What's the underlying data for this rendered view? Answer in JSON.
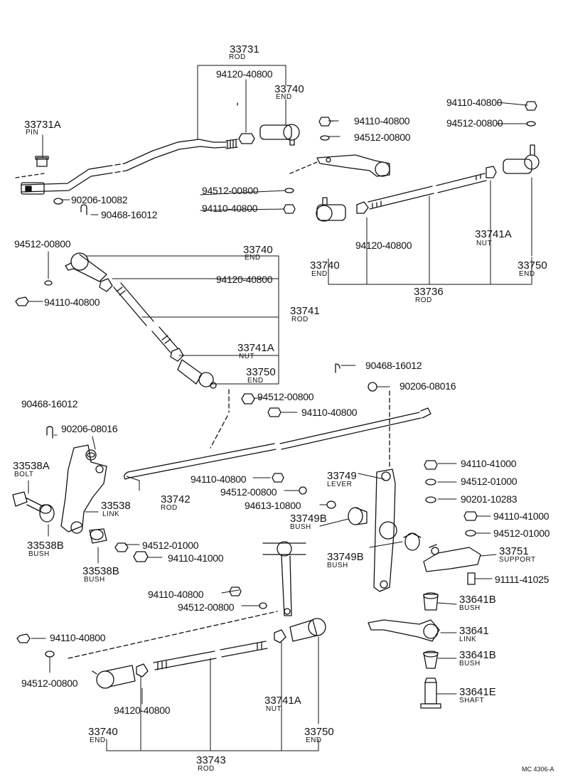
{
  "diagram_ref": "MC  4306-A",
  "labels": {
    "l01": "33731",
    "l02": "ROD",
    "l03": "94120-40800",
    "l04": "33740",
    "l05": "END",
    "l06": "33731A",
    "l07": "PIN",
    "l08": "94110-40800",
    "l09": "94512-00800",
    "l10": "94110-40800",
    "l11": "94512-00800",
    "l12": "90206-10082",
    "l13": "90468-16012",
    "l14": "94512-00800",
    "l15": "94110-40800",
    "l16": "94120-40800",
    "l17": "33741A",
    "l18": "NUT",
    "l19": "33740",
    "l20": "END",
    "l21": "33750",
    "l22": "END",
    "l23": "33736",
    "l24": "ROD",
    "l25": "94512-00800",
    "l26": "33740",
    "l27": "END",
    "l28": "94120-40800",
    "l29": "94110-40800",
    "l30": "33741",
    "l31": "ROD",
    "l32": "33741A",
    "l33": "NUT",
    "l34": "33750",
    "l35": "END",
    "l36": "90468-16012",
    "l37": "94512-00800",
    "l38": "90206-08016",
    "l39": "94110-40800",
    "l40": "90468-16012",
    "l41": "90206-08016",
    "l42": "33538A",
    "l43": "BOLT",
    "l44": "33538",
    "l45": "LINK",
    "l46": "33742",
    "l47": "ROD",
    "l48": "94110-40800",
    "l49": "94512-00800",
    "l50": "94613-10800",
    "l51": "33749",
    "l52": "LEVER",
    "l53": "94110-41000",
    "l54": "94512-01000",
    "l55": "90201-10283",
    "l56": "94110-41000",
    "l57": "94512-01000",
    "l58": "33749B",
    "l59": "BUSH",
    "l60": "33538B",
    "l61": "BUSH",
    "l62": "33538B",
    "l63": "BUSH",
    "l64": "94512-01000",
    "l65": "94110-41000",
    "l66": "33749B",
    "l67": "BUSH",
    "l68": "33751",
    "l69": "SUPPORT",
    "l70": "91111-41025",
    "l71": "94110-40800",
    "l72": "94512-00800",
    "l73": "33641B",
    "l74": "BUSH",
    "l75": "94110-40800",
    "l76": "33641",
    "l77": "LINK",
    "l78": "33641B",
    "l79": "BUSH",
    "l80": "94512-00800",
    "l81": "33741A",
    "l82": "NUT",
    "l83": "33641E",
    "l84": "SHAFT",
    "l85": "94120-40800",
    "l86": "33740",
    "l87": "END",
    "l88": "33750",
    "l89": "END",
    "l90": "33743",
    "l91": "ROD"
  }
}
